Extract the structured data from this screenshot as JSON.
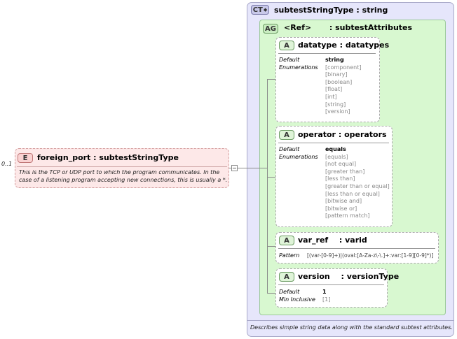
{
  "element": {
    "badge": "E",
    "name": "foreign_port",
    "type": "subtestStringType",
    "cardinality": "0..1",
    "doc_lines": [
      "This is the TCP or UDP port to which the program communicates.  In the",
      "case of a listening program accepting new connections, this is usually a *."
    ]
  },
  "complex_type": {
    "badge": "CT",
    "name": "subtestStringType",
    "type": "string",
    "doc": "Describes simple string data along with the standard subtest attributes."
  },
  "attribute_group": {
    "badge": "AG",
    "ref": "<Ref>",
    "name": "subtestAttributes"
  },
  "attributes": [
    {
      "badge": "A",
      "name": "datatype",
      "type": "datatypes",
      "props": [
        "Default",
        "Enumerations"
      ],
      "values": [
        "string",
        "[component]",
        "[binary]",
        "[boolean]",
        "[float]",
        "[int]",
        "[string]",
        "[version]"
      ]
    },
    {
      "badge": "A",
      "name": "operator",
      "type": "operators",
      "props": [
        "Default",
        "Enumerations"
      ],
      "values": [
        "equals",
        "[equals]",
        "[not equal]",
        "[greater than]",
        "[less than]",
        "[greater than or equal]",
        "[less than or equal]",
        "[bitwise and]",
        "[bitwise or]",
        "[pattern match]"
      ]
    },
    {
      "badge": "A",
      "name": "var_ref",
      "type": "varid",
      "props": [
        "Pattern"
      ],
      "values": [
        "[(var-[0-9]+)|(oval:[A-Za-z\\-\\.]+:var:[1-9][0-9]*)]"
      ]
    },
    {
      "badge": "A",
      "name": "version",
      "type": "versionType",
      "props": [
        "Default",
        "Min Inclusive"
      ],
      "values": [
        "1",
        "[1]"
      ]
    }
  ]
}
